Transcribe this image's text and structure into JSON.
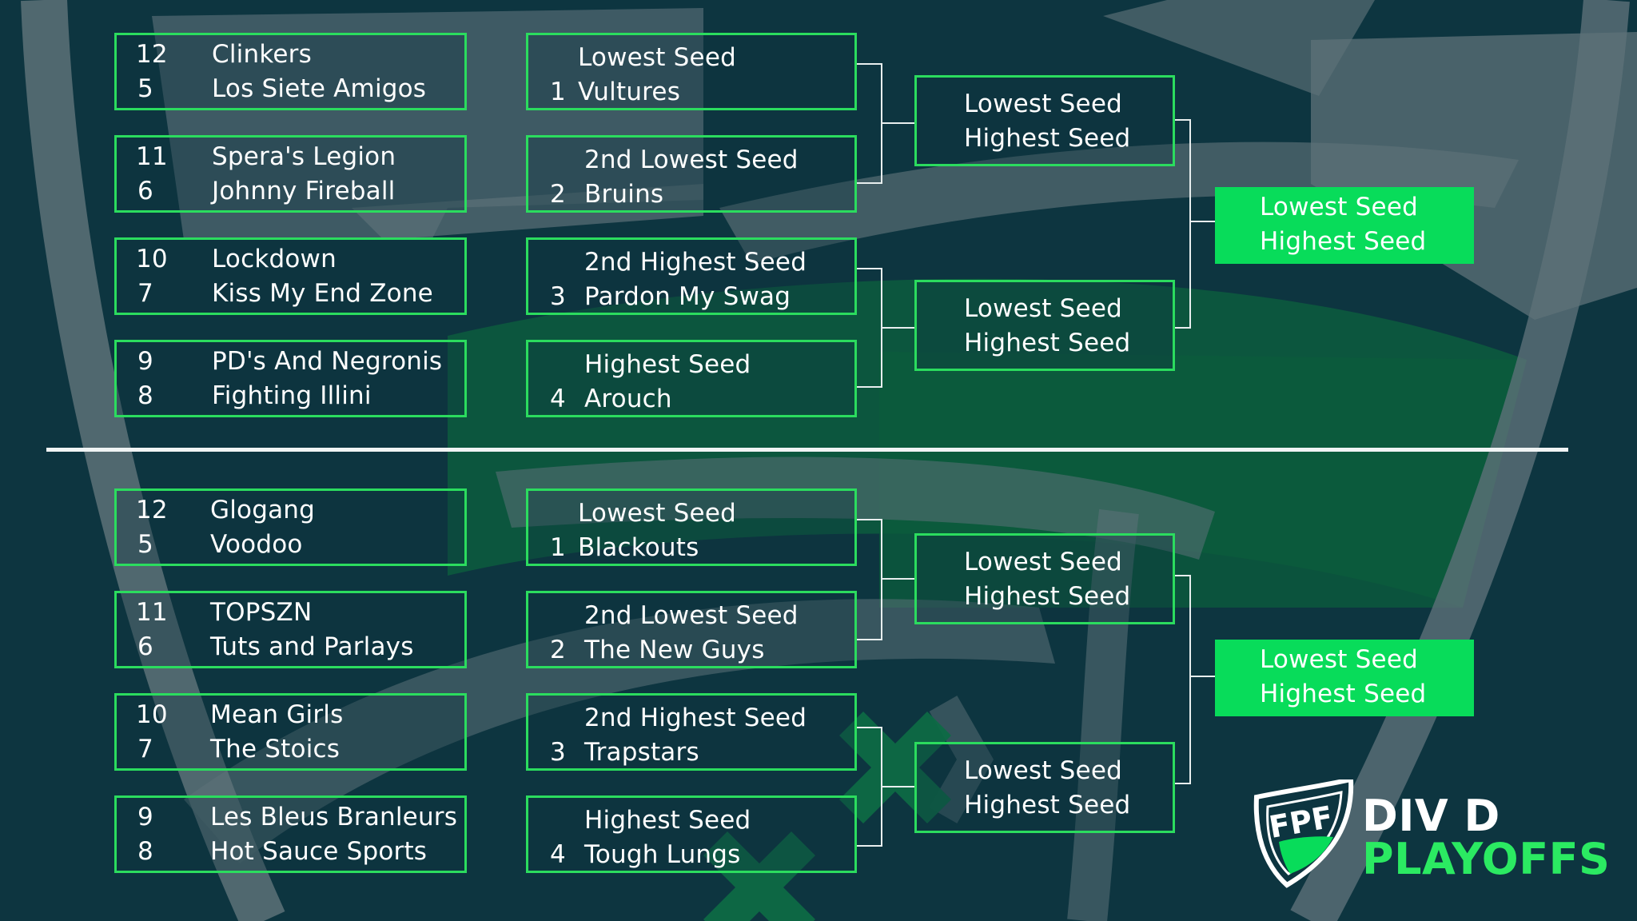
{
  "top": {
    "round1": [
      {
        "seed_a": "12",
        "team_a": "Clinkers",
        "seed_b": "5",
        "team_b": "Los Siete Amigos"
      },
      {
        "seed_a": "11",
        "team_a": "Spera's Legion",
        "seed_b": "6",
        "team_b": "Johnny Fireball"
      },
      {
        "seed_a": "10",
        "team_a": "Lockdown",
        "seed_b": "7",
        "team_b": "Kiss My End Zone"
      },
      {
        "seed_a": "9",
        "team_a": "PD's And Negronis",
        "seed_b": "8",
        "team_b": "Fighting Illini"
      }
    ],
    "round2": [
      {
        "line1": "Lowest Seed",
        "seed": "1",
        "team": "Vultures"
      },
      {
        "line1": "2nd Lowest Seed",
        "seed": "2",
        "team": "Bruins"
      },
      {
        "line1": "2nd Highest Seed",
        "seed": "3",
        "team": "Pardon My Swag"
      },
      {
        "line1": "Highest Seed",
        "seed": "4",
        "team": "Arouch"
      }
    ],
    "semis": [
      {
        "line1": "Lowest Seed",
        "line2": "Highest Seed"
      },
      {
        "line1": "Lowest Seed",
        "line2": "Highest Seed"
      }
    ],
    "final": {
      "line1": "Lowest Seed",
      "line2": "Highest Seed"
    }
  },
  "bottom": {
    "round1": [
      {
        "seed_a": "12",
        "team_a": "Glogang",
        "seed_b": "5",
        "team_b": "Voodoo"
      },
      {
        "seed_a": "11",
        "team_a": "TOPSZN",
        "seed_b": "6",
        "team_b": "Tuts and Parlays"
      },
      {
        "seed_a": "10",
        "team_a": "Mean Girls",
        "seed_b": "7",
        "team_b": "The Stoics"
      },
      {
        "seed_a": "9",
        "team_a": "Les Bleus Branleurs",
        "seed_b": "8",
        "team_b": "Hot Sauce Sports"
      }
    ],
    "round2": [
      {
        "line1": "Lowest Seed",
        "seed": "1",
        "team": "Blackouts"
      },
      {
        "line1": "2nd Lowest Seed",
        "seed": "2",
        "team": "The New Guys"
      },
      {
        "line1": "2nd Highest Seed",
        "seed": "3",
        "team": "Trapstars"
      },
      {
        "line1": "Highest Seed",
        "seed": "4",
        "team": "Tough Lungs"
      }
    ],
    "semis": [
      {
        "line1": "Lowest Seed",
        "line2": "Highest Seed"
      },
      {
        "line1": "Lowest Seed",
        "line2": "Highest Seed"
      }
    ],
    "final": {
      "line1": "Lowest Seed",
      "line2": "Highest Seed"
    }
  },
  "logo": {
    "badge": "FPF",
    "line1": "DIV D",
    "line2": "PLAYOFFS"
  },
  "colors": {
    "background": "#0d3540",
    "accent": "#2bdc5e",
    "final_fill": "#08dc5a",
    "shape": "#5d7178"
  }
}
